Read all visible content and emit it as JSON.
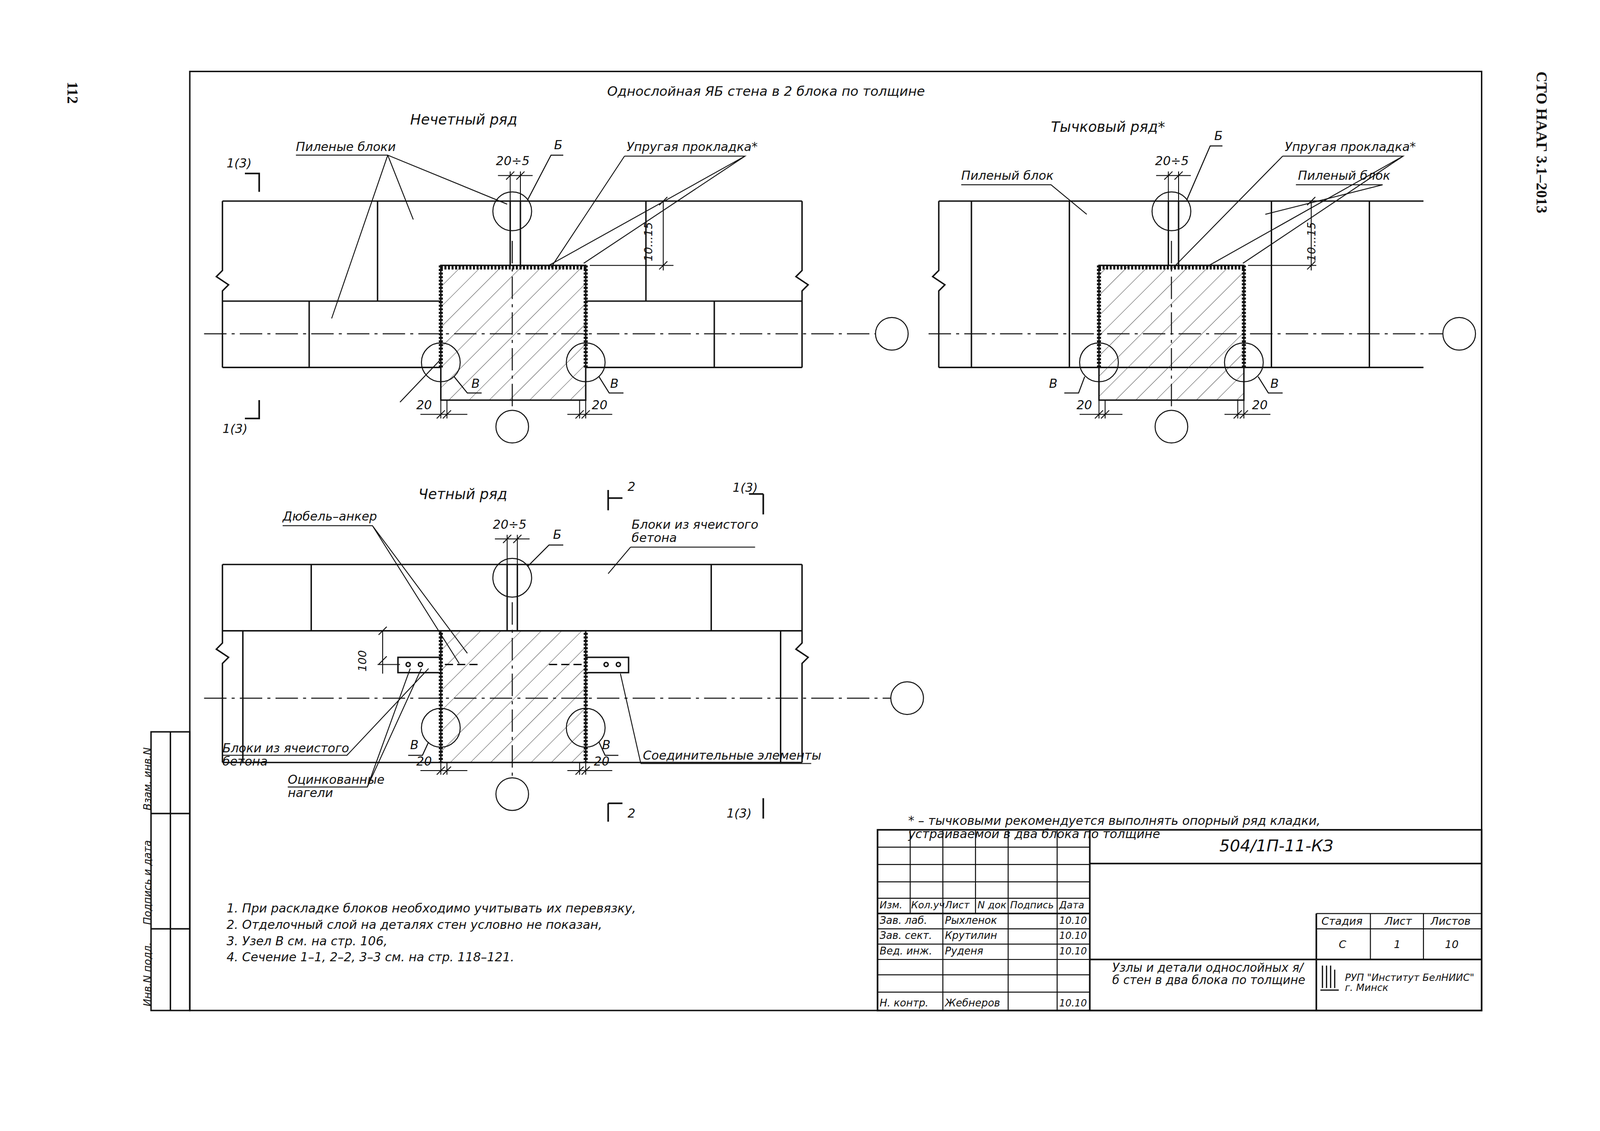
{
  "diagram": {
    "title": "Однослойная ЯБ стена в 2 блока по толщине",
    "labels": [
      "112",
      "СТО НААГ 3.1–2013",
      "Нечетный ряд",
      "Пиленые блоки",
      "20÷5",
      "Б",
      "Упругая прокладка*",
      "1(3)",
      "10...15",
      "В",
      "В",
      "20",
      "20",
      "1(3)",
      "Тычковый ряд*",
      "20÷5",
      "Б",
      "Упругая прокладка*",
      "Пиленый блок",
      "Пиленый блок",
      "10...15",
      "В",
      "В",
      "20",
      "20",
      "Четный ряд",
      "2",
      "1(3)",
      "Дюбель–анкер",
      "20÷5",
      "Б",
      "Блоки из ячеистого бетона",
      "100",
      "В",
      "В",
      "20",
      "20",
      "Блоки из ячеистого бетона",
      "Оцинкованные нагели",
      "Соединительные элементы",
      "2",
      "1(3)",
      "* – тычковыми рекомендуется выполнять опорный ряд кладки, устраиваемой в два блока по толщине",
      "1. При раскладке блоков необходимо учитывать их перевязку,",
      "2. Отделочный слой на деталях стен условно не показан,",
      "3. Узел В см. на стр. 106,",
      "4. Сечение 1–1, 2–2, 3–3 см. на стр. 118–121.",
      "Инв.N подл.",
      "Подпись и дата",
      "Взам. инв.N",
      "504/1П-11-КЗ",
      "Изм.",
      "Кол.уч",
      "Лист",
      "N док",
      "Подпись",
      "Дата",
      "Зав. лаб.",
      "Рыхленок",
      "10.10",
      "Зав. сект.",
      "Крутилин",
      "10.10",
      "Вед. инж.",
      "Руденя",
      "10.10",
      "Н. контр.",
      "Жебнеров",
      "10.10",
      "Стадия",
      "Лист",
      "Листов",
      "С",
      "1",
      "10",
      "Узлы и детали однослойных я/б стен в два блока по толщине",
      "РУП \"Институт БелНИИС\" г. Минск"
    ]
  }
}
